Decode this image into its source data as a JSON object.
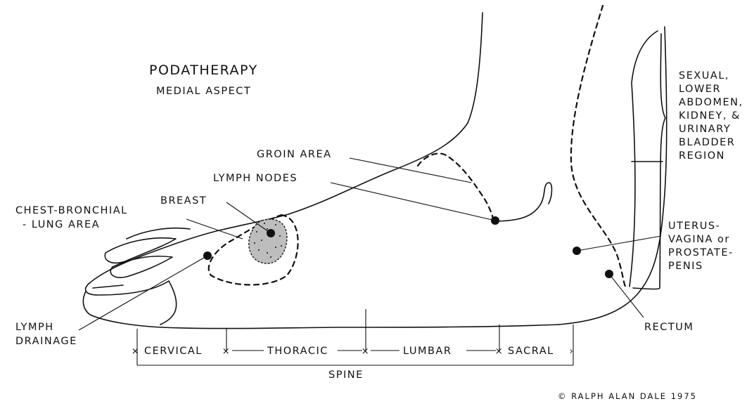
{
  "title": "PODATHERAPY",
  "subtitle": "MEDIAL ASPECT",
  "labels": {
    "groin_area": "GROIN AREA",
    "lymph_nodes": "LYMPH NODES",
    "breast": "BREAST",
    "chest_line1": "CHEST-BRONCHIAL",
    "chest_line2": "- LUNG AREA",
    "lymph_drainage_line1": "LYMPH",
    "lymph_drainage_line2": "DRAINAGE",
    "sexual_lines": [
      "SEXUAL,",
      "LOWER",
      "ABDOMEN,",
      "KIDNEY, &",
      "URINARY",
      "BLADDER",
      "REGION"
    ],
    "uterus_lines": [
      "UTERUS-",
      "VAGINA or",
      "PROSTATE-",
      "PENIS"
    ],
    "rectum": "RECTUM"
  },
  "spine": {
    "segments": [
      "CERVICAL",
      "THORACIC",
      "LUMBAR",
      "SACRAL"
    ],
    "label": "SPINE"
  },
  "copyright": "© RALPH ALAN DALE 1975"
}
